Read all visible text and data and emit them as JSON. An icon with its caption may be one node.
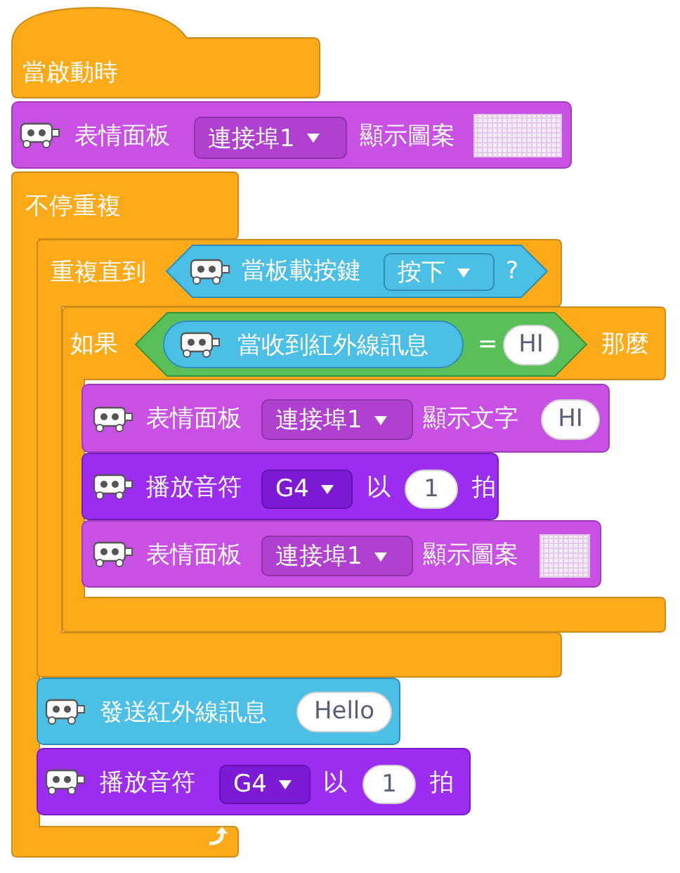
{
  "diagram": {
    "nodes": [
      {
        "text": [
          "當啟動時"
        ]
      },
      {
        "text": [
          "表情面板",
          "顯示圖案"
        ]
      },
      {
        "text": [
          "連接埠1"
        ],
        "in": 1
      },
      {
        "text": [
          "不停重複"
        ]
      },
      {
        "text": [
          "重複直到"
        ]
      },
      {
        "text": [
          "當板載按鍵",
          "?"
        ],
        "in": 4
      },
      {
        "text": [
          "按下"
        ],
        "in": 5
      },
      {
        "text": [
          "如果",
          "那麼"
        ]
      },
      {
        "text": [
          "="
        ],
        "in": 7
      },
      {
        "text": [
          "當收到紅外線訊息"
        ],
        "in": 8
      },
      {
        "text": [
          "HI"
        ],
        "in": 8
      },
      {
        "text": [
          "表情面板",
          "顯示文字"
        ],
        "in": 7
      },
      {
        "text": [
          "連接埠1"
        ],
        "in": 11
      },
      {
        "text": [
          "HI"
        ],
        "in": 11
      },
      {
        "text": [
          "播放音符",
          "以",
          "拍"
        ],
        "in": 7
      },
      {
        "text": [
          "G4"
        ],
        "in": 14
      },
      {
        "text": [
          "1"
        ],
        "in": 14
      },
      {
        "text": [
          "表情面板",
          "顯示圖案"
        ],
        "in": 7
      },
      {
        "text": [
          "連接埠1"
        ],
        "in": 17
      },
      {
        "text": [
          "發送紅外線訊息"
        ]
      },
      {
        "text": [
          "Hello"
        ],
        "in": 19
      },
      {
        "text": [
          "播放音符",
          "以",
          "拍"
        ]
      },
      {
        "text": [
          "G4"
        ],
        "in": 21
      },
      {
        "text": [
          "1"
        ],
        "in": 21
      }
    ]
  }
}
